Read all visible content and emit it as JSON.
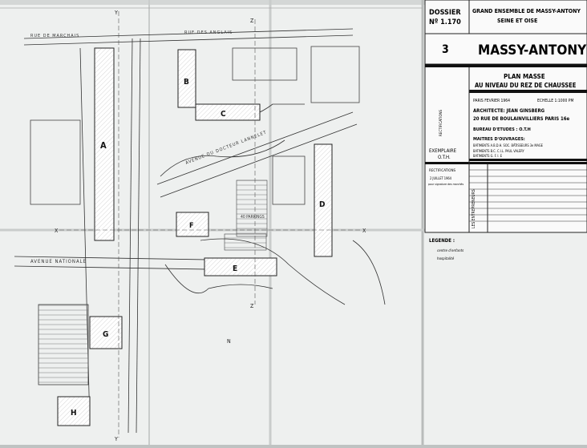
{
  "title_block": {
    "dossier_label": "DOSSIER",
    "dossier_no": "Nº 1.170",
    "project_line1": "GRAND ENSEMBLE DE MASSY-ANTONY",
    "project_line2": "SEINE ET OISE",
    "sheet_number": "3",
    "sheet_name": "MASSY-ANTONY",
    "plan_title1": "PLAN MASSE",
    "plan_title2": "AU NIVEAU DU REZ DE CHAUSSEE",
    "date": "PARIS FEVRIER 1964",
    "scale": "ECHELLE 1:1000 PM",
    "architect1": "ARCHITECTE: JEAN GINSBERG",
    "architect2": "20 RUE DE BOULAINVILLIERS PARIS 16e",
    "bureau": "BUREAU D'ETUDES : O.T.H",
    "maitres_title": "MAITRES D'OUVRAGES:",
    "maitres1": "BATIMENTS A.B.D.H. SOC. BÂTISSEURS 3e MAGE",
    "maitres2": "BATIMENTS B.C. C.I.L. PAUL VALERY",
    "maitres3": "BATIMENTS G. F. I. E",
    "exemplaire1": "EXEMPLAIRE",
    "exemplaire2": "O.T.H.",
    "rectif_title": "RECTIFICATIONS",
    "rectif_date": "2 JUILLET 1964",
    "rectif_note": "pour signature des marchés",
    "side_vertical": "RECTIFICATIONS",
    "side_vertical2": "LES ENTREPRENEURS",
    "legend_title": "LEGENDE :",
    "legend1": "centre d'enfants",
    "legend2": "hospitalité"
  },
  "plan": {
    "streets": {
      "north": "RUE DE MARCHAIS",
      "north2": "RUE DES ANGLAIS",
      "diagonal": "AVENUE DU DOCTEUR LANNELET",
      "west": "AVENUE NATIONALE",
      "parking": "40 PARKINGS"
    },
    "buildings": [
      {
        "id": "A",
        "label": "A"
      },
      {
        "id": "B",
        "label": "B"
      },
      {
        "id": "C",
        "label": "C"
      },
      {
        "id": "D",
        "label": "D"
      },
      {
        "id": "E",
        "label": "E"
      },
      {
        "id": "F",
        "label": "F"
      },
      {
        "id": "G",
        "label": "G"
      },
      {
        "id": "H",
        "label": "H"
      }
    ],
    "axis_marks": {
      "x": "X",
      "y": "Y",
      "z": "Z"
    },
    "north_mark": "N"
  }
}
